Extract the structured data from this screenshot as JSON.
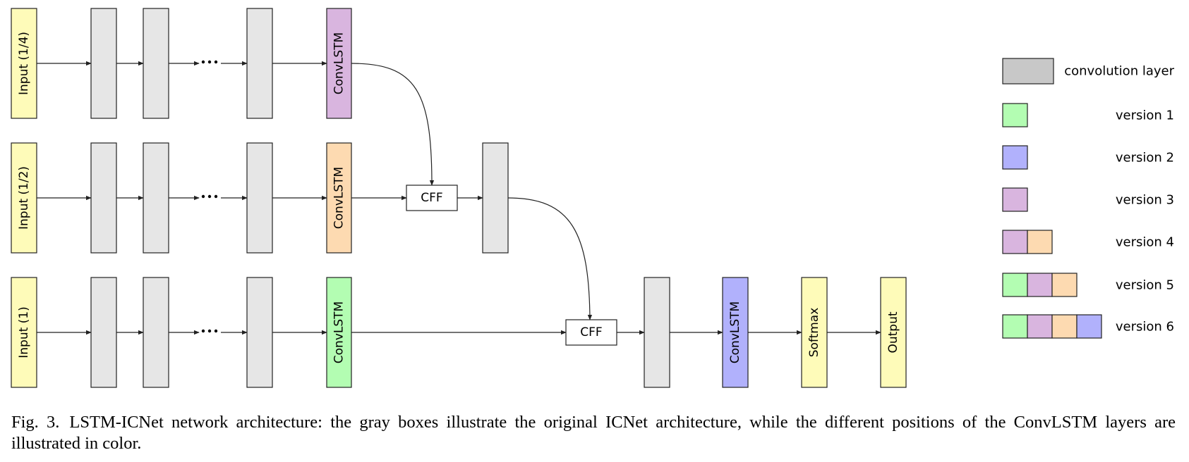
{
  "colors": {
    "input": "#fefbb9",
    "conv": "#e6e6e6",
    "legend_conv": "#c8c8c8",
    "v1": "#b3fdb2",
    "v2": "#b1b1fc",
    "v3": "#d9b5df",
    "v4": "#fddab1",
    "stroke": "#222222"
  },
  "rows": [
    {
      "input_label": "Input (1/4)",
      "lstm_label": "ConvLSTM",
      "lstm_color": "#d9b5df"
    },
    {
      "input_label": "Input (1/2)",
      "lstm_label": "ConvLSTM",
      "lstm_color": "#fddab1"
    },
    {
      "input_label": "Input (1)",
      "lstm_label": "ConvLSTM",
      "lstm_color": "#b3fdb2"
    }
  ],
  "cff_label": "CFF",
  "tail": [
    {
      "label": "",
      "color": "#e6e6e6"
    },
    {
      "label": "ConvLSTM",
      "color": "#b1b1fc"
    },
    {
      "label": "Softmax",
      "color": "#fefbb9"
    },
    {
      "label": "Output",
      "color": "#fefbb9"
    }
  ],
  "legend": [
    {
      "label": "convolution layer",
      "swatches": [
        "#c8c8c8"
      ]
    },
    {
      "label": "version 1",
      "swatches": [
        "#b3fdb2"
      ]
    },
    {
      "label": "version 2",
      "swatches": [
        "#b1b1fc"
      ]
    },
    {
      "label": "version 3",
      "swatches": [
        "#d9b5df"
      ]
    },
    {
      "label": "version 4",
      "swatches": [
        "#d9b5df",
        "#fddab1"
      ]
    },
    {
      "label": "version 5",
      "swatches": [
        "#b3fdb2",
        "#d9b5df",
        "#fddab1"
      ]
    },
    {
      "label": "version 6",
      "swatches": [
        "#b3fdb2",
        "#d9b5df",
        "#fddab1",
        "#b1b1fc"
      ]
    }
  ],
  "caption": {
    "fig_label": "Fig. 3.",
    "text": "LSTM-ICNet network architecture: the gray boxes illustrate the original ICNet architecture, while the different positions of the ConvLSTM layers are illustrated in color."
  }
}
